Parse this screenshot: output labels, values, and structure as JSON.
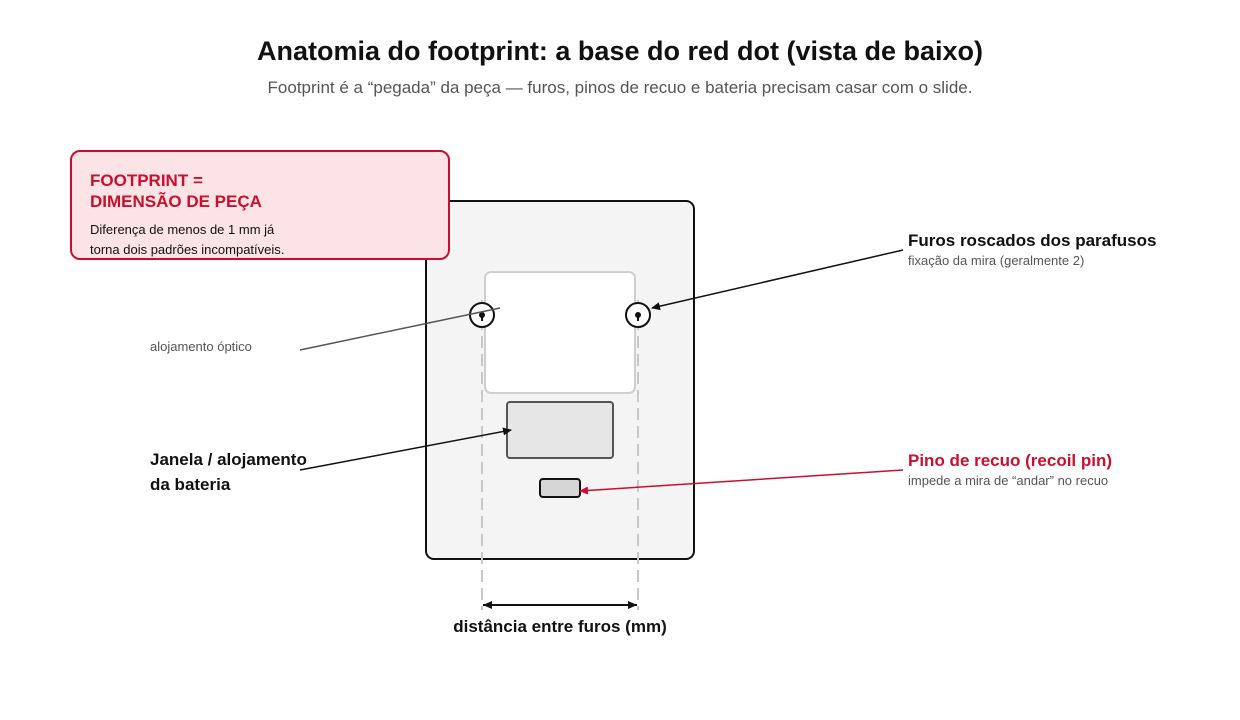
{
  "title": "Anatomia do footprint: a base do red dot (vista de baixo)",
  "subtitle": "Footprint é a “pegada” da peça — furos, pinos de recuo e bateria precisam casar com o slide.",
  "callout": {
    "title_line1": "FOOTPRINT =",
    "title_line2": "DIMENSÃO DE PEÇA",
    "body_line1": "Diferença de menos de 1 mm já",
    "body_line2": "torna dois padrões incompatíveis."
  },
  "labels": {
    "optical_housing": "alojamento óptico",
    "battery_line1": "Janela / alojamento",
    "battery_line2": "da bateria",
    "screw_holes_title": "Furos roscados dos parafusos",
    "screw_holes_sub": "fixação da mira (geralmente 2)",
    "recoil_pin_title": "Pino de recuo (recoil pin)",
    "recoil_pin_sub": "impede a mira de “andar” no recuo",
    "hole_distance": "distância entre furos (mm)"
  },
  "colors": {
    "accent": "#c8102e",
    "callout_fill": "#fbe3e6",
    "base_fill": "#f4f4f4",
    "outline": "#111111"
  }
}
